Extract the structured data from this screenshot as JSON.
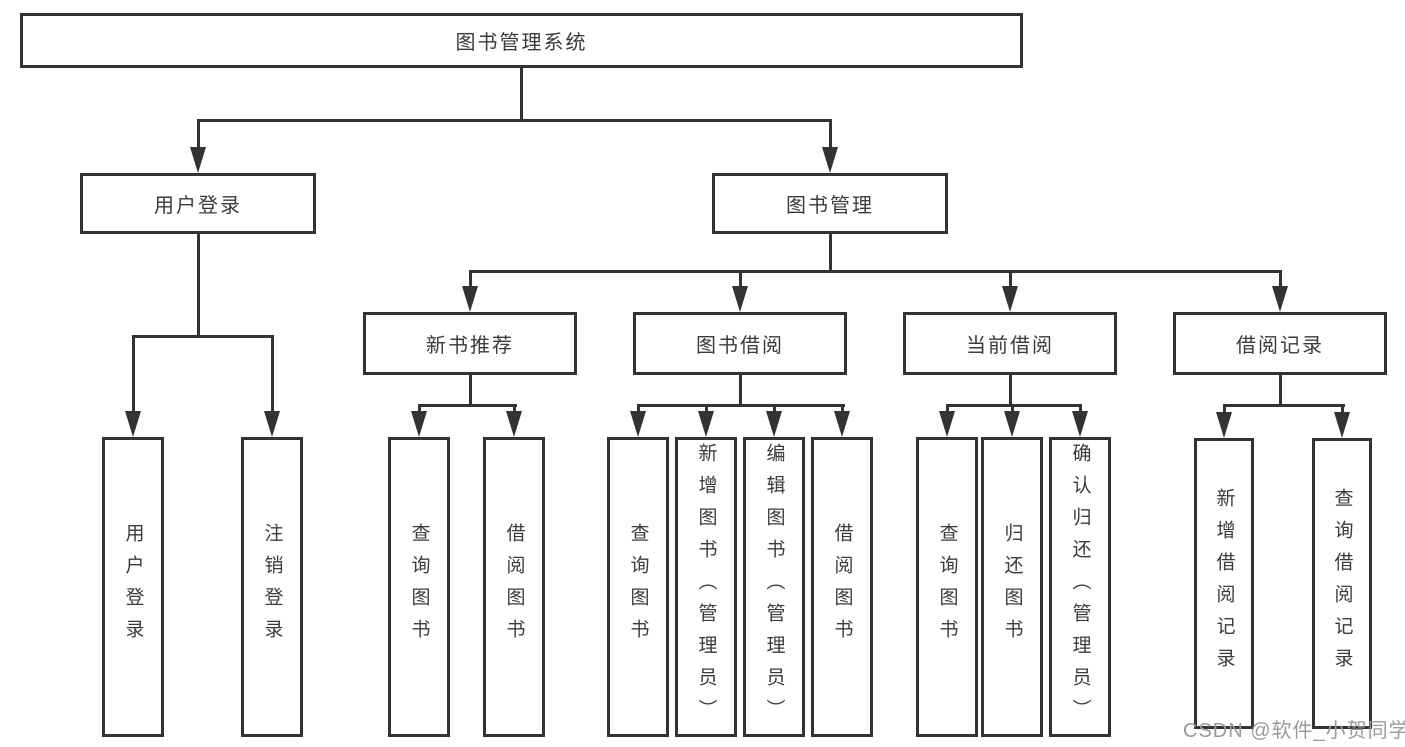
{
  "diagram": {
    "title": "图书管理系统",
    "level2": {
      "user_login": "用户登录",
      "book_management": "图书管理"
    },
    "level3": {
      "new_book_recommend": "新书推荐",
      "book_borrowing": "图书借阅",
      "current_borrowing": "当前借阅",
      "borrowing_records": "借阅记录"
    },
    "leaves": {
      "user_login": "用户登录",
      "logout": "注销登录",
      "recommend_query_books": "查询图书",
      "recommend_borrow_books": "借阅图书",
      "borrowing_query_books": "查询图书",
      "borrowing_add_books_admin": "新增图书（管理员）",
      "borrowing_edit_books_admin": "编辑图书（管理员）",
      "borrowing_borrow_books": "借阅图书",
      "current_query_books": "查询图书",
      "current_return_books": "归还图书",
      "current_confirm_return_admin": "确认归还（管理员）",
      "records_add_record": "新增借阅记录",
      "records_query_record": "查询借阅记录"
    }
  },
  "watermark": {
    "text": "CSDN @软件_小贺同学"
  },
  "colors": {
    "line": "#333333",
    "text": "#3b3b3b",
    "watermark": "#9a9a9a",
    "background": "#ffffff"
  }
}
